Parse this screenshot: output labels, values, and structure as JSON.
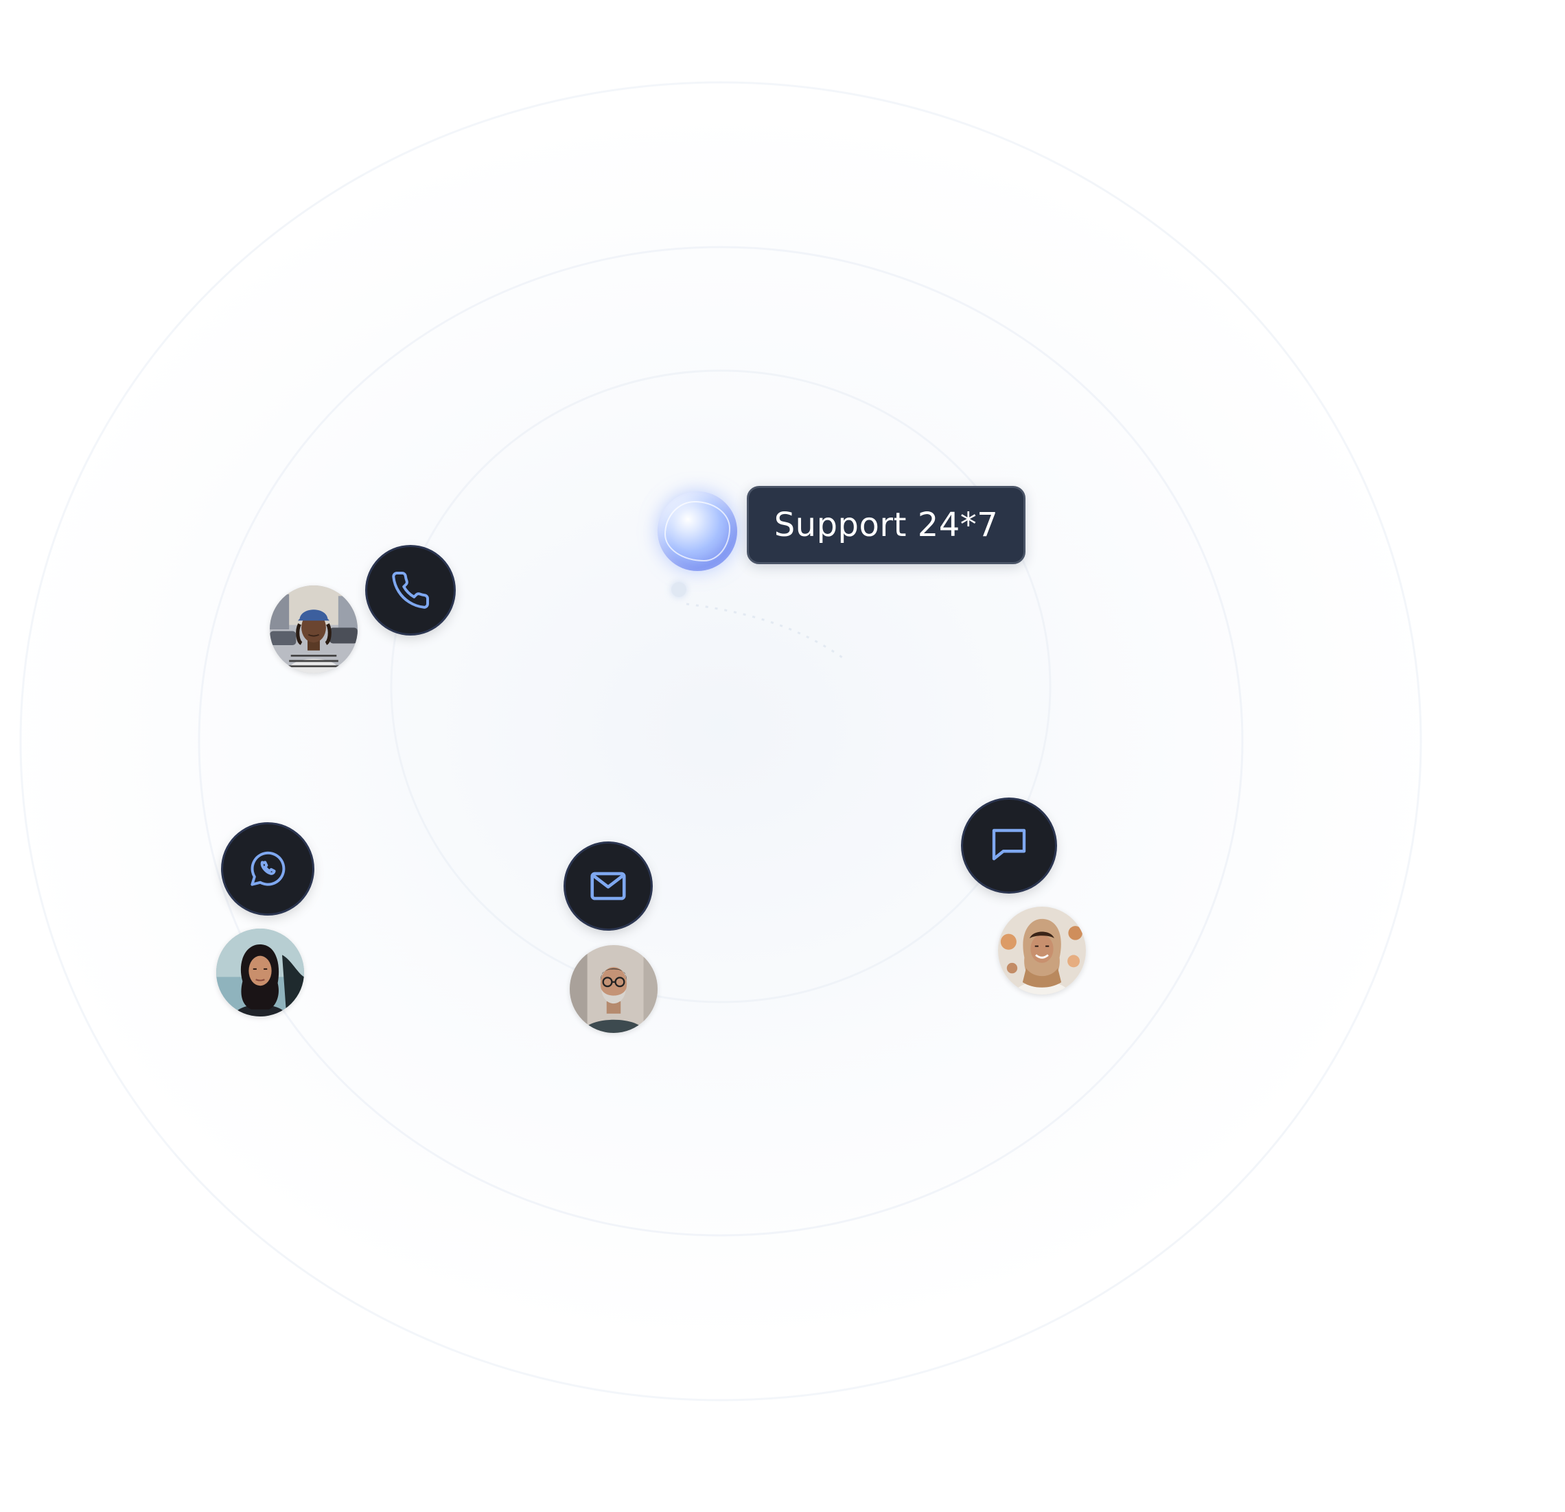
{
  "badge": {
    "label": "Support 24*7"
  },
  "colors": {
    "channel_bg": "#1c1f26",
    "icon_stroke": "#7fa8f0",
    "pill_bg": "#2a3447",
    "orb": "#a9c2ff"
  },
  "channels": [
    {
      "name": "phone",
      "icon": "phone-icon"
    },
    {
      "name": "whatsapp",
      "icon": "whatsapp-icon"
    },
    {
      "name": "email",
      "icon": "mail-icon"
    },
    {
      "name": "chat",
      "icon": "chat-bubble-icon"
    }
  ],
  "avatars": [
    {
      "person": "man-in-cap"
    },
    {
      "person": "woman-dark-hair"
    },
    {
      "person": "bearded-man-glasses"
    },
    {
      "person": "woman-headscarf"
    }
  ]
}
